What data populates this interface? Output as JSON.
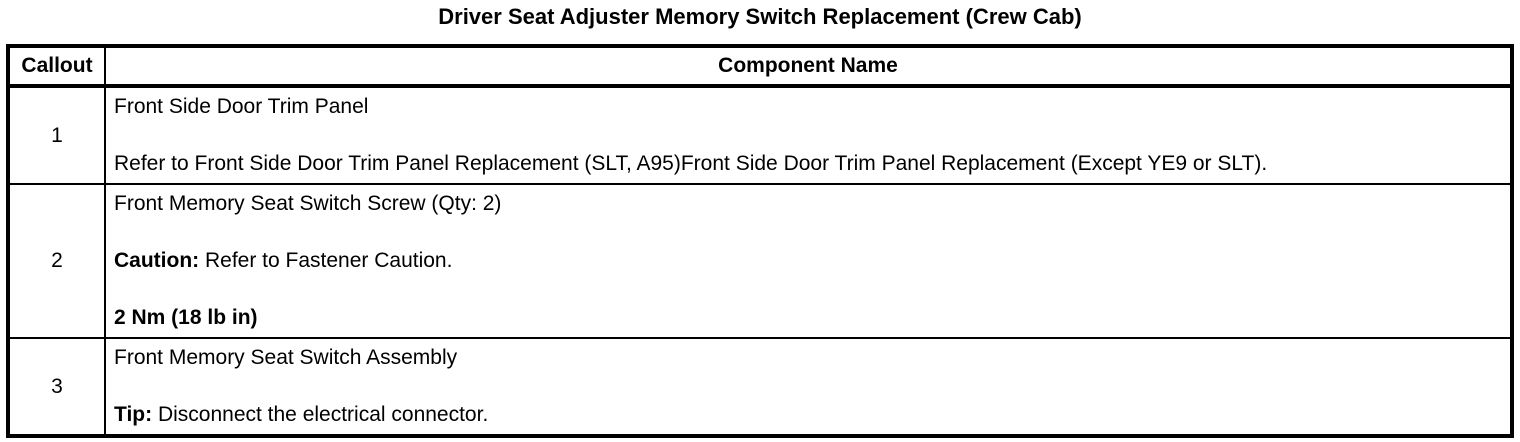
{
  "page": {
    "title": "Driver Seat Adjuster Memory Switch Replacement (Crew Cab)"
  },
  "colors": {
    "text": "#000000",
    "background": "#ffffff",
    "border": "#000000"
  },
  "table": {
    "headers": {
      "callout": "Callout",
      "component": "Component Name"
    },
    "rows": [
      {
        "callout": "1",
        "paragraphs": [
          [
            {
              "text": "Front Side Door Trim Panel",
              "bold": false
            }
          ],
          [
            {
              "text": "Refer to Front Side Door Trim Panel Replacement (SLT, A95)Front Side Door Trim Panel Replacement (Except YE9 or SLT).",
              "bold": false
            }
          ]
        ]
      },
      {
        "callout": "2",
        "paragraphs": [
          [
            {
              "text": "Front Memory Seat Switch Screw (Qty: 2)",
              "bold": false
            }
          ],
          [
            {
              "text": "Caution:",
              "bold": true
            },
            {
              "text": " Refer to Fastener Caution.",
              "bold": false
            }
          ],
          [
            {
              "text": "2 Nm (18 lb in)",
              "bold": true
            }
          ]
        ]
      },
      {
        "callout": "3",
        "paragraphs": [
          [
            {
              "text": "Front Memory Seat Switch Assembly",
              "bold": false
            }
          ],
          [
            {
              "text": "Tip:",
              "bold": true
            },
            {
              "text": " Disconnect the electrical connector.",
              "bold": false
            }
          ]
        ]
      }
    ]
  }
}
